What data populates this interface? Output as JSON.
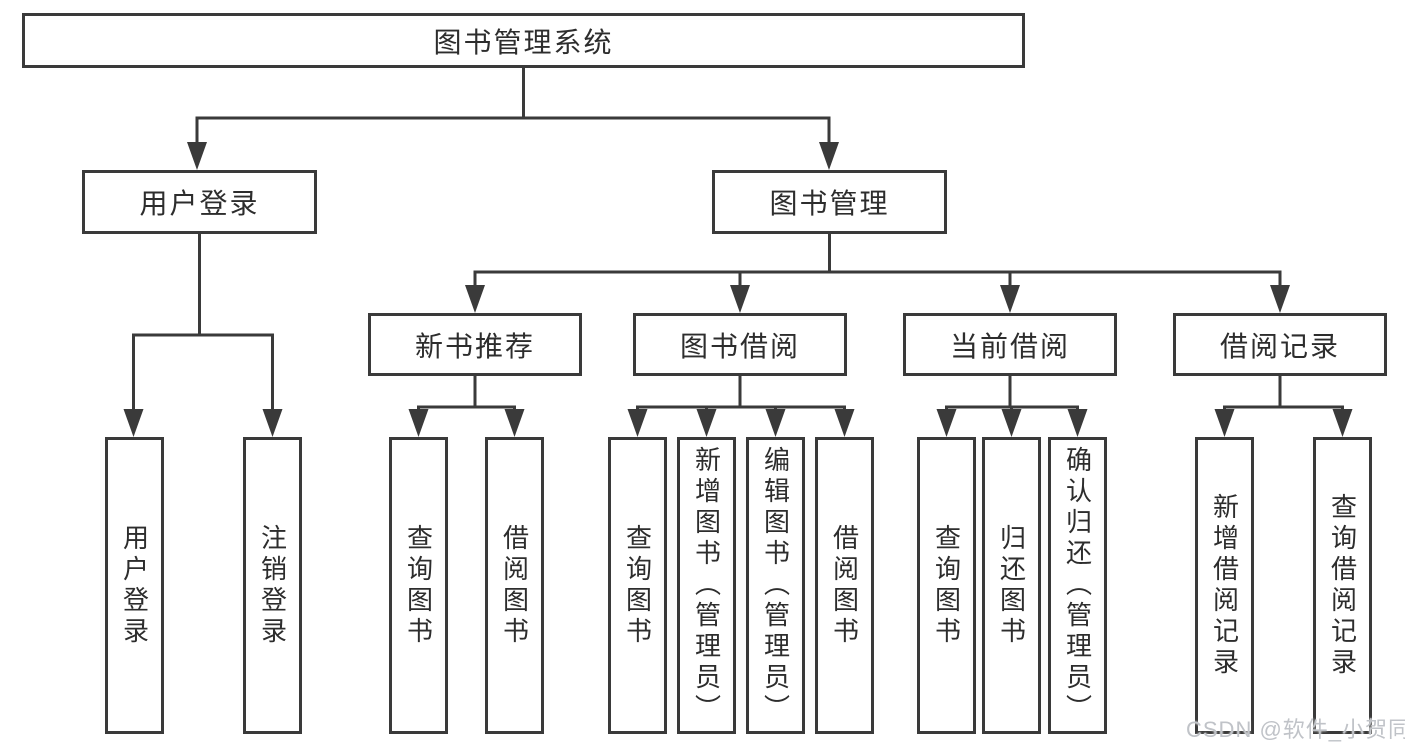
{
  "tree": {
    "root": {
      "label": "图书管理系统"
    },
    "branches": [
      {
        "label": "用户登录",
        "children": [
          {
            "label": "用户登录"
          },
          {
            "label": "注销登录"
          }
        ]
      },
      {
        "label": "图书管理",
        "children": [
          {
            "label": "新书推荐",
            "children": [
              {
                "label": "查询图书"
              },
              {
                "label": "借阅图书"
              }
            ]
          },
          {
            "label": "图书借阅",
            "children": [
              {
                "label": "查询图书"
              },
              {
                "label": "新增图书（管理员）"
              },
              {
                "label": "编辑图书（管理员）"
              },
              {
                "label": "借阅图书"
              }
            ]
          },
          {
            "label": "当前借阅",
            "children": [
              {
                "label": "查询图书"
              },
              {
                "label": "归还图书"
              },
              {
                "label": "确认归还（管理员）"
              }
            ]
          },
          {
            "label": "借阅记录",
            "children": [
              {
                "label": "新增借阅记录"
              },
              {
                "label": "查询借阅记录"
              }
            ]
          }
        ]
      }
    ]
  },
  "watermark": {
    "text": "CSDN @软件_小贺同学"
  },
  "colors": {
    "line": "#3a3a3a",
    "border": "#3a3a3a",
    "text": "#2d2d2d",
    "background": "#ffffff",
    "watermark": "#c0c3c8"
  }
}
